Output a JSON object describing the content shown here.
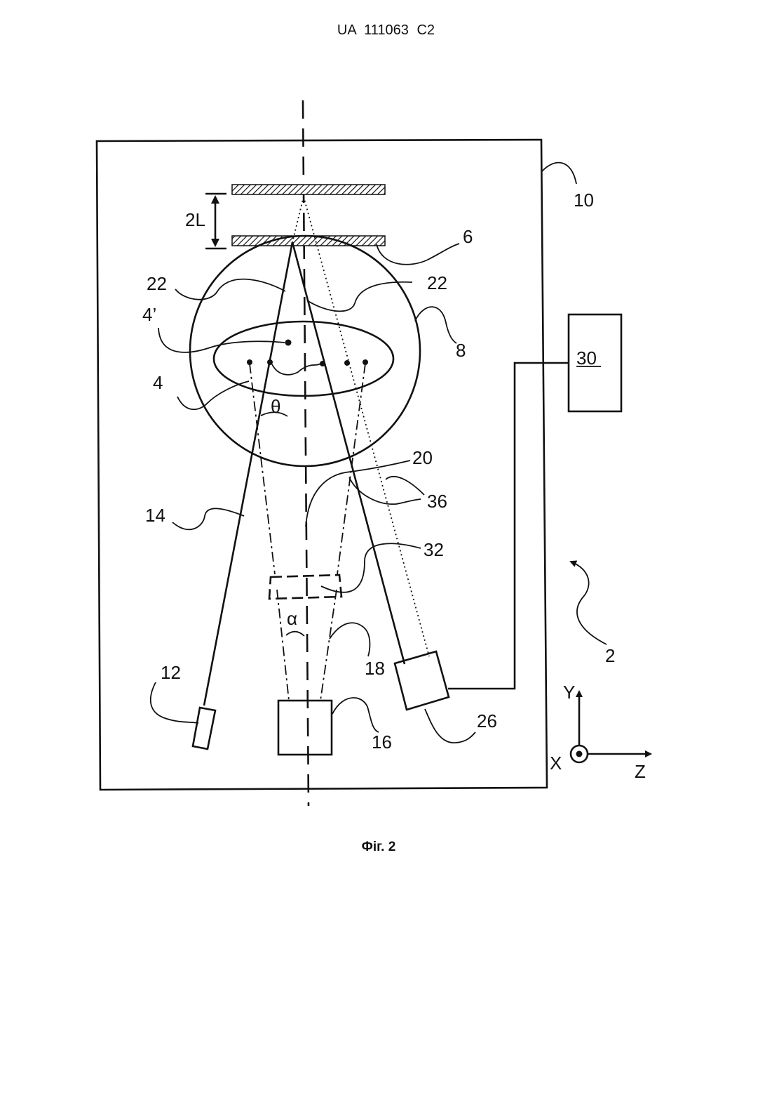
{
  "header": {
    "doc_number": "UA   111063   C2"
  },
  "figure": {
    "caption": "Фіг. 2"
  },
  "labels": {
    "l10": "10",
    "l2L": "2L",
    "l6": "6",
    "l22a": "22",
    "l22b": "22",
    "l4p": "4’",
    "l8": "8",
    "l4": "4",
    "l30": "30",
    "ltheta": "θ",
    "l20": "20",
    "l36": "36",
    "l14": "14",
    "l32": "32",
    "lalpha": "α",
    "l18": "18",
    "l2": "2",
    "l12": "12",
    "l26": "26",
    "l16": "16",
    "axisY": "Y",
    "axisX": "X",
    "axisZ": "Z"
  }
}
